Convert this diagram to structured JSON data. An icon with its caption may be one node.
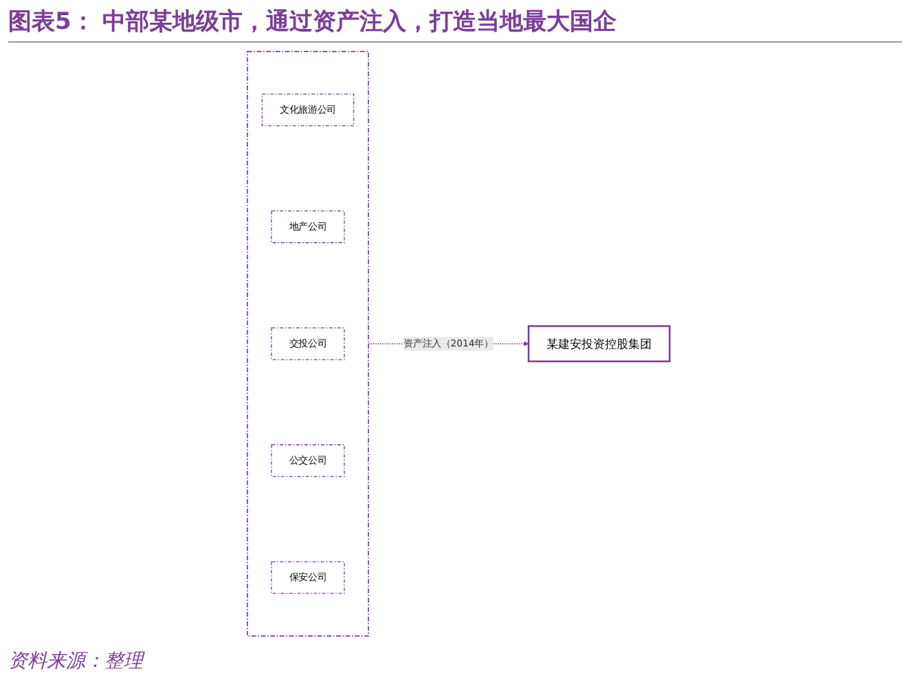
{
  "diagram": {
    "title": "图表5： 中部某地级市，通过资产注入，打造当地最大国企",
    "caption": "资料来源：整理",
    "nodes": [
      {
        "text": [],
        "shape": "box"
      },
      {
        "text": [
          "文化旅游公司"
        ],
        "in": 0
      },
      {
        "text": [
          "地产公司"
        ],
        "in": 0
      },
      {
        "text": [
          "交投公司"
        ],
        "in": 0
      },
      {
        "text": [
          "公交公司"
        ],
        "in": 0
      },
      {
        "text": [
          "保安公司"
        ],
        "in": 0
      },
      {
        "text": [
          "某建安投资控股集团"
        ]
      }
    ],
    "edges": [
      {
        "from": 0,
        "to": 6,
        "arrow": "to",
        "label": "资产注入（2014年）",
        "style": "dashed"
      }
    ]
  }
}
